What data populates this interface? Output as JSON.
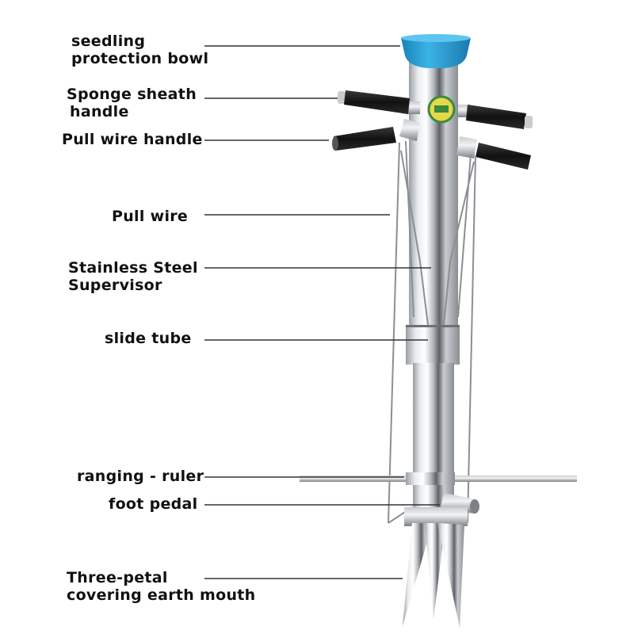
{
  "labels": {
    "seedling_bowl": {
      "line1": "seedling",
      "line2": "protection bowl"
    },
    "sponge_handle": {
      "line1": "Sponge sheath",
      "line2": "handle"
    },
    "pull_wire_handle": {
      "line1": "Pull wire handle"
    },
    "pull_wire": {
      "line1": "Pull wire"
    },
    "stainless_steel": {
      "line1": "Stainless Steel",
      "line2": "Supervisor"
    },
    "slide_tube": {
      "line1": "slide tube"
    },
    "ranging_ruler": {
      "line1": "ranging - ruler"
    },
    "foot_pedal": {
      "line1": "foot pedal"
    },
    "three_petal": {
      "line1": "Three-petal",
      "line2": "covering earth mouth"
    }
  },
  "colors": {
    "bowl": "#2a9fd6",
    "steel_light": "#e6e8ea",
    "steel_dark": "#8a8e93",
    "grip": "#1c1c1c",
    "leader_line": "#333333",
    "badge_yellow": "#e6d84a",
    "badge_green": "#3b8a3b"
  }
}
